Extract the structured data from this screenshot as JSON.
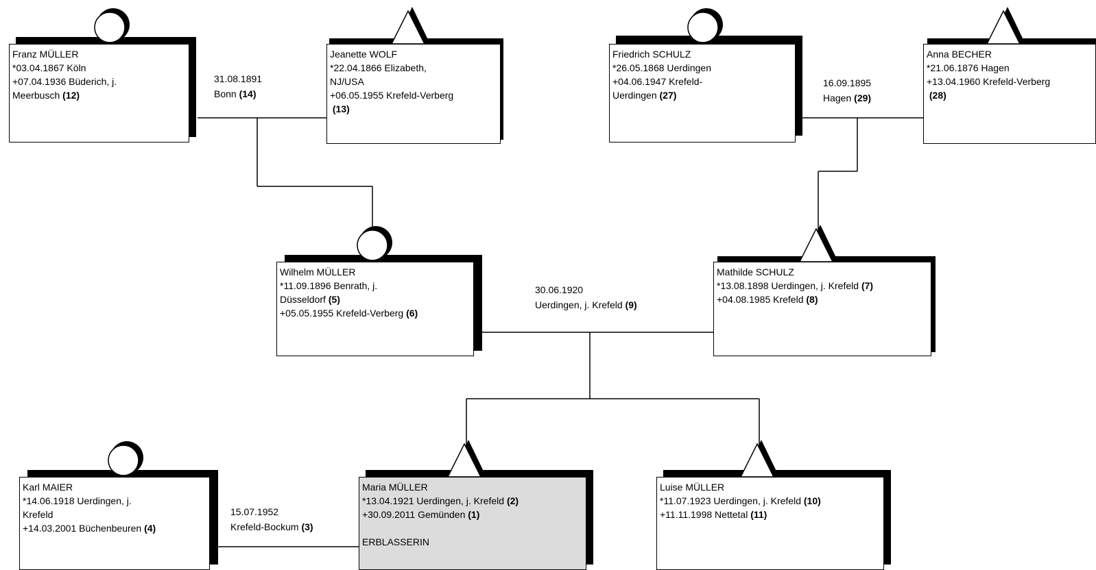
{
  "persons": [
    {
      "id": "franz",
      "lines": [
        {
          "t": "Franz MÜLLER"
        },
        {
          "t": "*03.04.1867 Köln"
        },
        {
          "t": "+07.04.1936 Büderich, j."
        },
        {
          "t": "Meerbusch ",
          "r": "(12)"
        }
      ],
      "symbol": "circle"
    },
    {
      "id": "jeanette",
      "lines": [
        {
          "t": "Jeanette  WOLF"
        },
        {
          "t": "*22.04.1866 Elizabeth,"
        },
        {
          "t": "NJ/USA"
        },
        {
          "t": "+06.05.1955 Krefeld-Verberg"
        },
        {
          "t": "",
          "r": "(13)"
        }
      ],
      "symbol": "triangle"
    },
    {
      "id": "friedrich",
      "lines": [
        {
          "t": "Friedrich SCHULZ"
        },
        {
          "t": "*26.05.1868 Uerdingen"
        },
        {
          "t": "+04.06.1947 Krefeld-"
        },
        {
          "t": "Uerdingen ",
          "r": "(27)"
        }
      ],
      "symbol": "circle"
    },
    {
      "id": "anna",
      "lines": [
        {
          "t": "Anna BECHER"
        },
        {
          "t": "*21.06.1876 Hagen"
        },
        {
          "t": "+13.04.1960 Krefeld-Verberg"
        },
        {
          "t": "",
          "r": "(28)"
        }
      ],
      "symbol": "triangle"
    },
    {
      "id": "wilhelm",
      "lines": [
        {
          "t": "Wilhelm MÜLLER"
        },
        {
          "t": "*11.09.1896 Benrath, j."
        },
        {
          "t": "Düsseldorf ",
          "r": "(5)"
        },
        {
          "t": "+05.05.1955 Krefeld-Verberg ",
          "r": "(6)"
        }
      ],
      "symbol": "circle"
    },
    {
      "id": "mathilde",
      "lines": [
        {
          "t": "Mathilde SCHULZ"
        },
        {
          "t": "*13.08.1898 Uerdingen, j. Krefeld ",
          "r": "(7)"
        },
        {
          "t": "+04.08.1985 Krefeld ",
          "r": "(8)"
        }
      ],
      "symbol": "triangle"
    },
    {
      "id": "karl",
      "lines": [
        {
          "t": "Karl MAIER"
        },
        {
          "t": "*14.06.1918 Uerdingen, j."
        },
        {
          "t": "Krefeld"
        },
        {
          "t": "+14.03.2001 Büchenbeuren ",
          "r": "(4)"
        }
      ],
      "symbol": "circle"
    },
    {
      "id": "maria",
      "lines": [
        {
          "t": "Maria MÜLLER"
        },
        {
          "t": "*13.04.1921 Uerdingen, j. Krefeld ",
          "r": "(2)"
        },
        {
          "t": "+30.09.2011 Gemünden ",
          "r": "(1)"
        },
        {
          "t": ""
        },
        {
          "t": "ERBLASSERIN"
        }
      ],
      "symbol": "triangle",
      "highlight": true
    },
    {
      "id": "luise",
      "lines": [
        {
          "t": "Luise MÜLLER"
        },
        {
          "t": "*11.07.1923 Uerdingen, j. Krefeld ",
          "r": "(10)"
        },
        {
          "t": "+11.11.1998 Nettetal ",
          "r": "(11)"
        }
      ],
      "symbol": "triangle"
    }
  ],
  "marriages": [
    {
      "id": "franz-jeanette",
      "date": "31.08.1891",
      "place": "Bonn ",
      "ref": "(14)"
    },
    {
      "id": "friedrich-anna",
      "date": "16.09.1895",
      "place": "Hagen ",
      "ref": "(29)"
    },
    {
      "id": "wilhelm-mathilde",
      "date": "30.06.1920",
      "place": "Uerdingen, j. Krefeld ",
      "ref": "(9)"
    },
    {
      "id": "karl-maria",
      "date": "15.07.1952",
      "place": "Krefeld-Bockum ",
      "ref": "(3)"
    }
  ],
  "colors": {
    "line": "#000000",
    "box_bg": "#ffffff",
    "highlight_bg": "#dcdcdc",
    "shadow": "#000000"
  },
  "icons": {
    "circle": "male-symbol-icon",
    "triangle": "female-symbol-icon"
  }
}
